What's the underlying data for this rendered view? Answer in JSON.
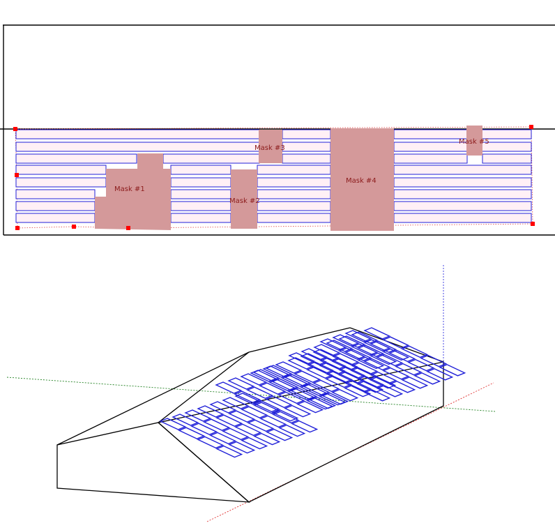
{
  "colors": {
    "background": "#ffffff",
    "outline": "#000000",
    "panel_stroke": "#2020d8",
    "panel_fill": "#fff0f6",
    "mask_fill": "#d4999a",
    "mask_label": "#8b1a1a",
    "vertex": "#ff0000",
    "axis_red": "#e03030",
    "axis_green": "#208020",
    "axis_blue": "#3030e0"
  },
  "plan_view": {
    "masks": [
      {
        "label": "Mask #1"
      },
      {
        "label": "Mask #2"
      },
      {
        "label": "Mask #3"
      },
      {
        "label": "Mask #4"
      },
      {
        "label": "Mask #5"
      }
    ]
  },
  "iso_view": {
    "axes": [
      "red-axis",
      "green-axis",
      "blue-axis"
    ]
  }
}
